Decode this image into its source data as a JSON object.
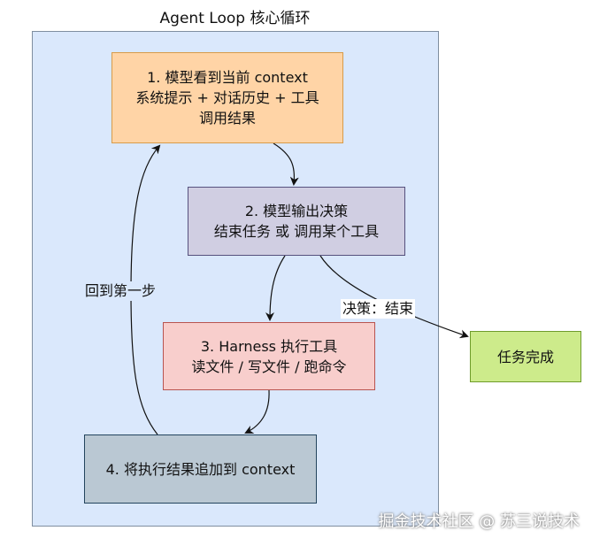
{
  "title": "Agent Loop 核心循环",
  "nodes": {
    "step1": {
      "lines": [
        "1. 模型看到当前 context",
        "系统提示 + 对话历史 + 工具",
        "调用结果"
      ]
    },
    "step2": {
      "lines": [
        "2. 模型输出决策",
        "结束任务 或 调用某个工具"
      ]
    },
    "step3": {
      "lines": [
        "3. Harness 执行工具",
        "读文件 / 写文件 / 跑命令"
      ]
    },
    "step4": {
      "lines": [
        "4. 将执行结果追加到 context"
      ]
    },
    "done": {
      "lines": [
        "任务完成"
      ]
    }
  },
  "edges": {
    "back_label": "回到第一步",
    "decide_label": "决策：结束"
  },
  "watermark": "掘金技术社区 @ 苏三说技术",
  "colors": {
    "container_fill": "#dae8fc",
    "step1_fill": "#ffd4a6",
    "step2_fill": "#d0cee2",
    "step3_fill": "#f8cecc",
    "step4_fill": "#bac8d3",
    "done_fill": "#cdeb8b"
  }
}
